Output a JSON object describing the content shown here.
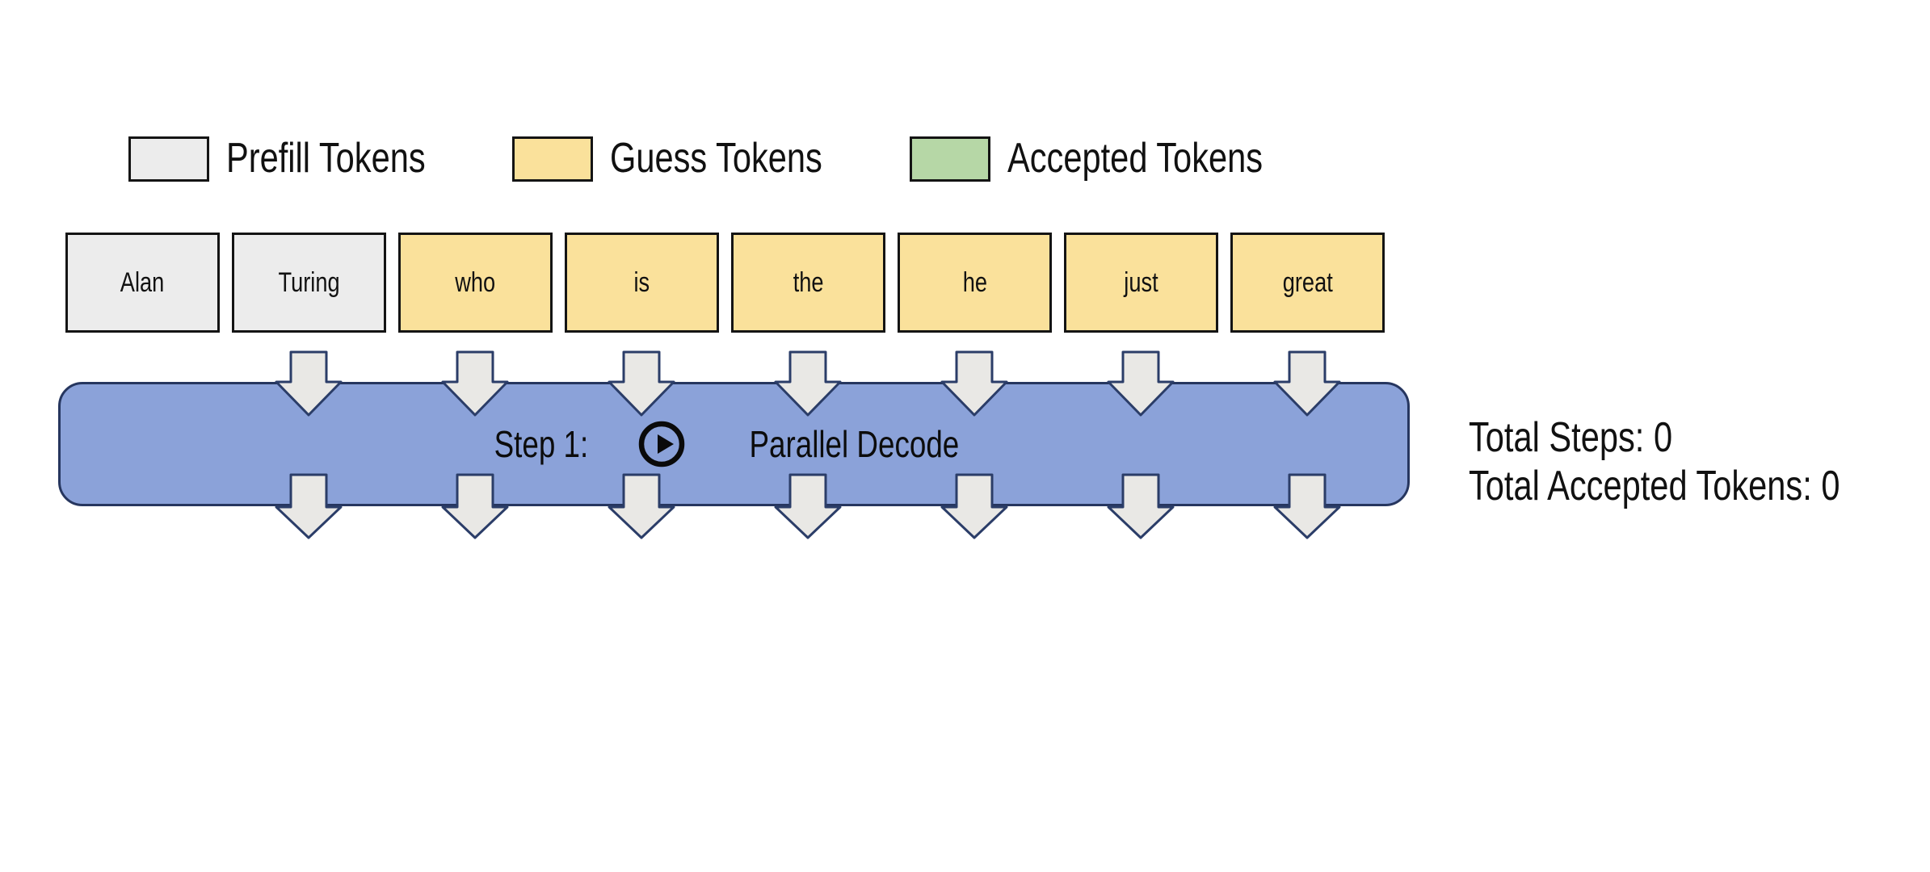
{
  "legend": {
    "items": [
      {
        "label": "Prefill Tokens",
        "type": "prefill"
      },
      {
        "label": "Guess Tokens",
        "type": "guess"
      },
      {
        "label": "Accepted Tokens",
        "type": "accepted"
      }
    ]
  },
  "tokens": [
    {
      "label": "Alan",
      "type": "prefill"
    },
    {
      "label": "Turing",
      "type": "prefill"
    },
    {
      "label": "who",
      "type": "guess"
    },
    {
      "label": "is",
      "type": "guess"
    },
    {
      "label": "the",
      "type": "guess"
    },
    {
      "label": "he",
      "type": "guess"
    },
    {
      "label": "just",
      "type": "guess"
    },
    {
      "label": "great",
      "type": "guess"
    }
  ],
  "decode_bar": {
    "step_label": "Step 1:",
    "action_label": "Parallel Decode",
    "icon": "play-circle"
  },
  "arrows": {
    "icon": "down-arrow",
    "top_count": 7,
    "bottom_count": 7
  },
  "stats": {
    "lines": [
      {
        "label": "Total Steps:",
        "value": "0"
      },
      {
        "label": "Total Accepted Tokens:",
        "value": "0"
      }
    ]
  },
  "colors": {
    "prefill": "#ECECEC",
    "guess": "#FAE19B",
    "accepted": "#B6D7A6",
    "decode_bar_fill": "#8BA2D9",
    "decode_bar_border": "#26365F",
    "arrow_fill": "#E9E8E5",
    "arrow_border": "#2B3D68",
    "box_border": "#141414",
    "text": "#111111"
  }
}
